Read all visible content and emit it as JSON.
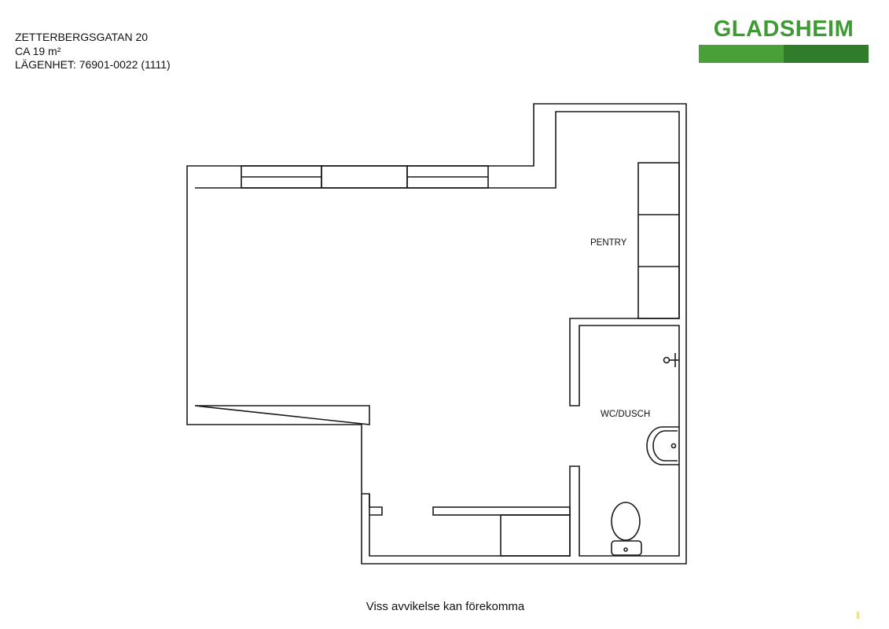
{
  "header": {
    "street": "ZETTERBERGSGATAN 20",
    "area": "CA 19 m²",
    "apartment": "LÄGENHET:  76901-0022 (1111)"
  },
  "logo": {
    "text": "GLADSHEIM",
    "text_color": "#3f9a35",
    "bar_light": "#4aa038",
    "bar_dark": "#2f7d2a"
  },
  "rooms": {
    "pentry": "PENTRY",
    "wc": "WC/DUSCH"
  },
  "footer": {
    "note": "Viss avvikelse kan förekomma"
  },
  "colors": {
    "line": "#1a1a1a",
    "corner_mark": "#f3dc8a"
  }
}
